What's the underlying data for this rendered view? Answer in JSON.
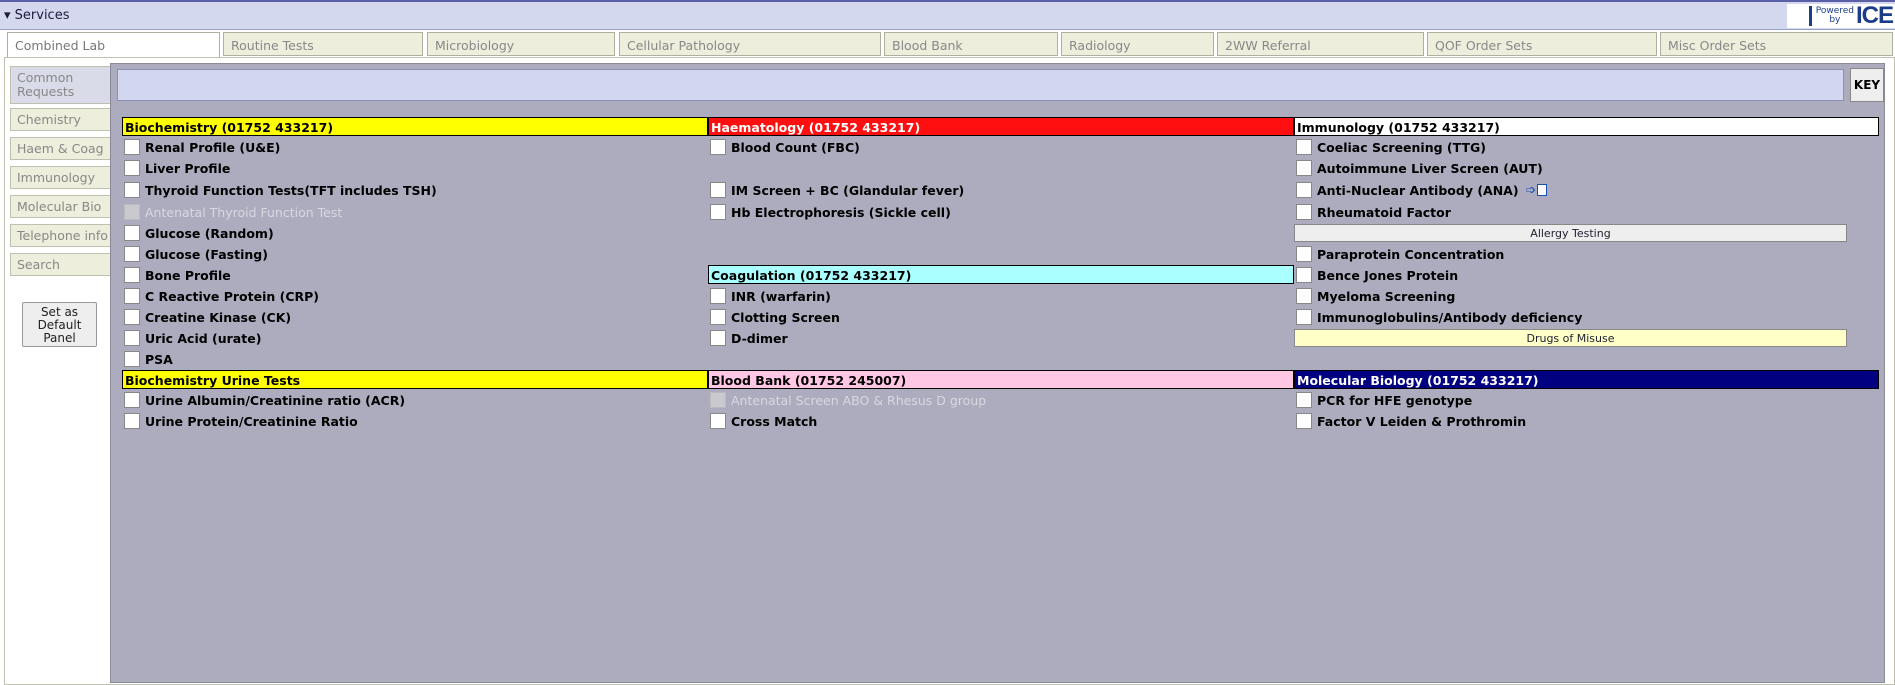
{
  "services": {
    "label": "▾ Services",
    "logo_powered_line1": "Powered",
    "logo_powered_line2": "by",
    "logo_brand": "ICE"
  },
  "tabs": [
    {
      "label": "Combined Lab",
      "active": true
    },
    {
      "label": "Routine Tests"
    },
    {
      "label": "Microbiology"
    },
    {
      "label": "Cellular Pathology"
    },
    {
      "label": "Blood Bank"
    },
    {
      "label": "Radiology"
    },
    {
      "label": "2WW Referral"
    },
    {
      "label": "QOF Order Sets"
    },
    {
      "label": "Misc Order Sets"
    }
  ],
  "sidebar": {
    "items": [
      {
        "label": "Common Requests",
        "active": true
      },
      {
        "label": "Chemistry"
      },
      {
        "label": "Haem & Coag"
      },
      {
        "label": "Immunology"
      },
      {
        "label": "Molecular Bio"
      },
      {
        "label": "Telephone info"
      },
      {
        "label": "Search"
      }
    ],
    "default_button": "Set as Default Panel"
  },
  "key_button": "KEY",
  "colors": {
    "biochemistry": "#ffff00",
    "haematology": "#ff0f0f",
    "immunology": "#ffffff",
    "coagulation": "#aaffff",
    "biochem_urine": "#ffff00",
    "blood_bank": "#ffc7e3",
    "molecular_biology": "#000080",
    "panel_bg": "#acacbe"
  },
  "sections": {
    "biochemistry": {
      "title": "Biochemistry (01752 433217)",
      "items": [
        {
          "label": "Renal Profile (U&E)"
        },
        {
          "label": "Liver Profile"
        },
        {
          "label": "Thyroid Function Tests(TFT includes TSH)"
        },
        {
          "label": "Antenatal Thyroid Function Test",
          "disabled": true
        },
        {
          "label": "Glucose (Random)"
        },
        {
          "label": "Glucose (Fasting)"
        },
        {
          "label": "Bone Profile"
        },
        {
          "label": "C Reactive Protein (CRP)"
        },
        {
          "label": "Creatine Kinase (CK)"
        },
        {
          "label": "Uric Acid (urate)"
        },
        {
          "label": "PSA"
        }
      ]
    },
    "haematology": {
      "title": "Haematology (01752 433217)",
      "items": [
        {
          "label": "Blood Count (FBC)"
        },
        {
          "label": "IM Screen + BC (Glandular fever)"
        },
        {
          "label": "Hb Electrophoresis (Sickle cell)"
        }
      ]
    },
    "coagulation": {
      "title": "Coagulation (01752 433217)",
      "items": [
        {
          "label": "INR (warfarin)"
        },
        {
          "label": "Clotting Screen"
        },
        {
          "label": "D-dimer"
        }
      ]
    },
    "immunology": {
      "title": "Immunology (01752 433217)",
      "items": [
        {
          "label": "Coeliac Screening (TTG)"
        },
        {
          "label": "Autoimmune Liver Screen (AUT)"
        },
        {
          "label": "Anti-Nuclear Antibody (ANA)"
        },
        {
          "label": "Rheumatoid Factor"
        },
        {
          "label": "Paraprotein Concentration"
        },
        {
          "label": "Bence Jones Protein"
        },
        {
          "label": "Myeloma Screening"
        },
        {
          "label": "Immunoglobulins/Antibody deficiency"
        }
      ],
      "allergy_button": "Allergy Testing",
      "drugs_button": "Drugs of Misuse"
    },
    "biochem_urine": {
      "title": "Biochemistry Urine Tests",
      "items": [
        {
          "label": "Urine Albumin/Creatinine ratio (ACR)"
        },
        {
          "label": "Urine Protein/Creatinine Ratio"
        }
      ]
    },
    "blood_bank": {
      "title": "Blood Bank (01752 245007)",
      "items": [
        {
          "label": "Antenatal Screen ABO & Rhesus D group",
          "disabled": true
        },
        {
          "label": "Cross Match"
        }
      ]
    },
    "molecular_biology": {
      "title": "Molecular Biology (01752 433217)",
      "items": [
        {
          "label": "PCR for HFE genotype"
        },
        {
          "label": "Factor V Leiden & Prothromin"
        }
      ]
    }
  }
}
